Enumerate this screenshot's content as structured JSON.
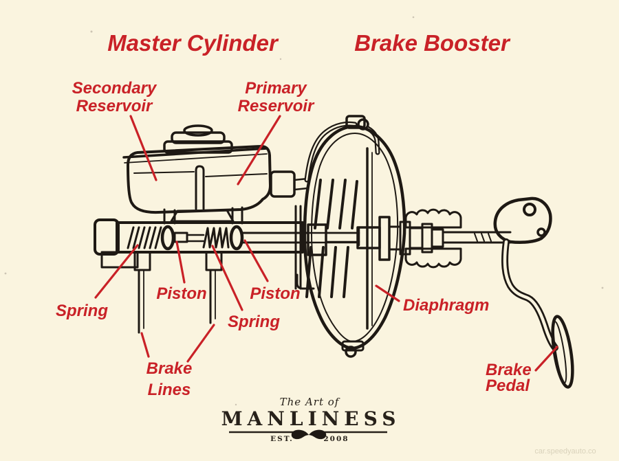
{
  "colors": {
    "background": "#FAF4DF",
    "label_red": "#C92127",
    "ink": "#1E1914",
    "logo_ink": "#27211A",
    "watermark_gray": "#D9D2BB"
  },
  "titles": {
    "master_cylinder": "Master Cylinder",
    "brake_booster": "Brake Booster"
  },
  "labels": {
    "secondary_reservoir": {
      "line1": "Secondary",
      "line2": "Reservoir"
    },
    "primary_reservoir": {
      "line1": "Primary",
      "line2": "Reservoir"
    },
    "spring_left": "Spring",
    "piston_left": "Piston",
    "spring_right": "Spring",
    "piston_right": "Piston",
    "brake_lines": {
      "line1": "Brake",
      "line2": "Lines"
    },
    "diaphragm": "Diaphragm",
    "brake_pedal": {
      "line1": "Brake",
      "line2": "Pedal"
    }
  },
  "logo": {
    "tagline": "The Art of",
    "name": "MANLINESS",
    "est_label": "EST.",
    "year": "2008"
  },
  "watermark": "car.speedyauto.co"
}
